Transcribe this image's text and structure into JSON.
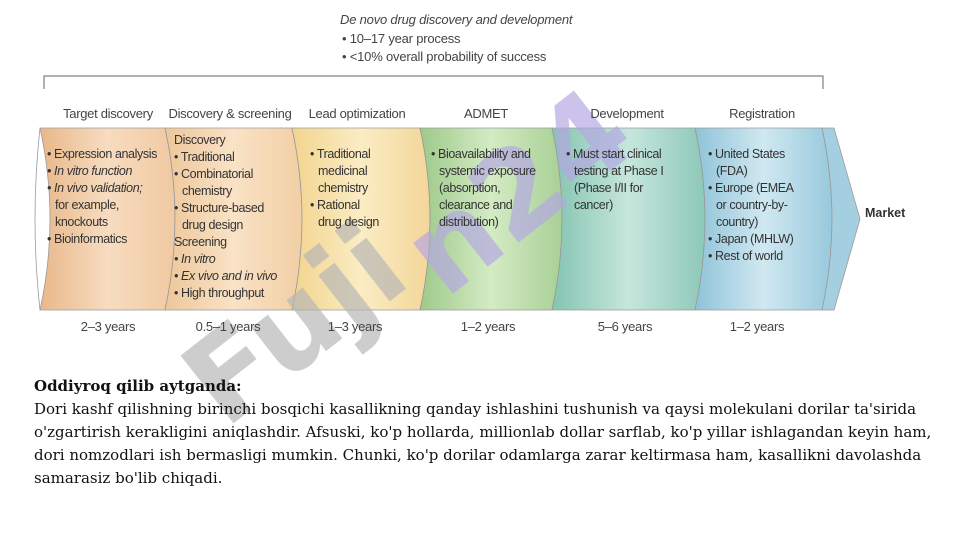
{
  "header": {
    "title": "De novo drug discovery and development",
    "bullets": [
      "• 10–17 year process",
      "• <10% overall probability of success"
    ]
  },
  "stages": [
    {
      "title": "Target discovery",
      "duration": "2–3 years",
      "lines": [
        "• Expression analysis",
        "• In vitro function",
        "• In vivo validation;",
        "  for example,",
        "  knockouts",
        "• Bioinformatics"
      ]
    },
    {
      "title": "Discovery & screening",
      "duration": "0.5–1 years",
      "lines": [
        "Discovery",
        "• Traditional",
        "• Combinatorial",
        "  chemistry",
        "• Structure-based",
        "  drug design",
        "Screening",
        "• In vitro",
        "• Ex vivo and in vivo",
        "• High throughput"
      ]
    },
    {
      "title": "Lead optimization",
      "duration": "1–3 years",
      "lines": [
        "• Traditional",
        "  medicinal",
        "  chemistry",
        "• Rational",
        "  drug design"
      ]
    },
    {
      "title": "ADMET",
      "duration": "1–2 years",
      "lines": [
        "• Bioavailability and",
        "  systemic exposure",
        "  (absorption,",
        "  clearance and",
        "  distribution)"
      ]
    },
    {
      "title": "Development",
      "duration": "5–6 years",
      "lines": [
        "• Must start clinical",
        "  testing at Phase I",
        "  (Phase I/II for",
        "  cancer)"
      ]
    },
    {
      "title": "Registration",
      "duration": "1–2 years",
      "lines": [
        "• United States",
        "  (FDA)",
        "• Europe (EMEA",
        "  or country-by-",
        "  country)",
        "• Japan (MHLW)",
        "• Rest of world"
      ]
    }
  ],
  "market_label": "Market",
  "colors": {
    "stage1": "#f3d2ad",
    "stage2": "#f5d8b5",
    "stage3": "#f7e0aa",
    "stage4": "#bfdcaa",
    "stage5": "#a9d6c8",
    "stage6": "#b6d9e6",
    "watermark_purple": "#b3a6e2",
    "watermark_gray": "#b4b4b4"
  },
  "watermark": {
    "text_left": "Fuji",
    "text_right": "n24"
  },
  "explanation": {
    "heading": "Oddiyroq qilib aytganda:",
    "body": "Dori kashf qilishning birinchi bosqichi kasallikning qanday ishlashini tushunish va qaysi molekulani dorilar ta'sirida o'zgartirish kerakligini aniqlashdir. Afsuski, ko'p hollarda, millionlab dollar sarflab, ko'p yillar ishlagandan keyin ham, dori nomzodlari ish bermasligi mumkin. Chunki, ko'p dorilar odamlarga zarar keltirmasa ham, kasallikni davolashda samarasiz bo'lib chiqadi."
  }
}
